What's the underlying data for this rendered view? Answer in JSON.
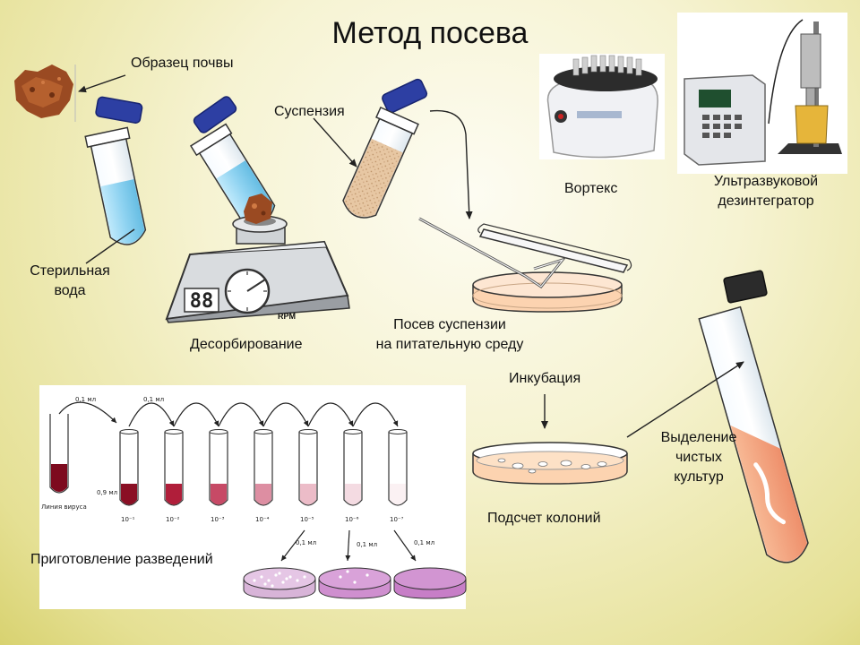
{
  "title": "Метод посева",
  "labels": {
    "soil_sample": "Образец почвы",
    "suspension": "Суспензия",
    "sterile_water": "Стерильная\nвода",
    "desorption": "Десорбирование",
    "vortex": "Вортекс",
    "ultrasonic": "Ультразвуковой\nдезинтегратор",
    "plating": "Посев суспензии\nна питательную среду",
    "incubation": "Инкубация",
    "colony_count": "Подсчет колоний",
    "isolation": "Выделение\nчистых\nкультур",
    "dilutions": "Приготовление разведений"
  },
  "device": {
    "rpm": "RPM",
    "display": "88"
  },
  "dilution_panel": {
    "volume_top": "0,1 мл",
    "volume_mid": "0,9 мл",
    "virus_line": "Линия вируса",
    "dilutions": [
      "10⁻¹",
      "10⁻²",
      "10⁻³",
      "10⁻⁴",
      "10⁻⁵",
      "10⁻⁶",
      "10⁻⁷"
    ],
    "tube_colors": [
      "#8a0f24",
      "#b01e3a",
      "#c74a66",
      "#dd8ea2",
      "#ecbcc8",
      "#f4dbe2",
      "#fbf1f3"
    ]
  },
  "colors": {
    "stock_tube": "#7d0a1e",
    "agar": "#fcd3b0",
    "slant": "#f4a07c",
    "water": "#8ad2f0"
  }
}
